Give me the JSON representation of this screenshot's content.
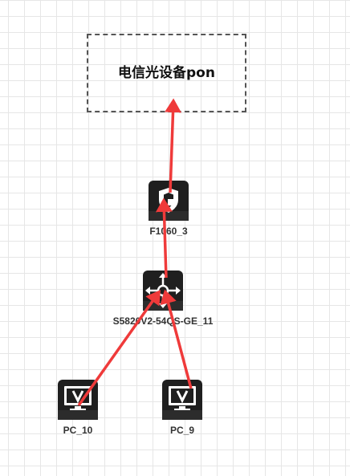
{
  "cloud": {
    "label": "电信光设备pon"
  },
  "nodes": {
    "firewall": {
      "label": "F1060_3",
      "icon": "firewall-shield-icon"
    },
    "switch": {
      "label": "S5820V2-54QS-GE_11",
      "icon": "switch-arrows-icon"
    },
    "pc10": {
      "label": "PC_10",
      "icon": "pc-monitor-icon"
    },
    "pc9": {
      "label": "PC_9",
      "icon": "pc-monitor-icon"
    }
  },
  "links": [
    {
      "from": "PC_10",
      "to": "S5820V2-54QS-GE_11"
    },
    {
      "from": "PC_9",
      "to": "S5820V2-54QS-GE_11"
    },
    {
      "from": "S5820V2-54QS-GE_11",
      "to": "F1060_3"
    },
    {
      "from": "F1060_3",
      "to": "电信光设备pon"
    }
  ],
  "colors": {
    "arrow": "#ef3a3a",
    "device": "#1f1f1f",
    "grid": "#e6e6e6"
  }
}
